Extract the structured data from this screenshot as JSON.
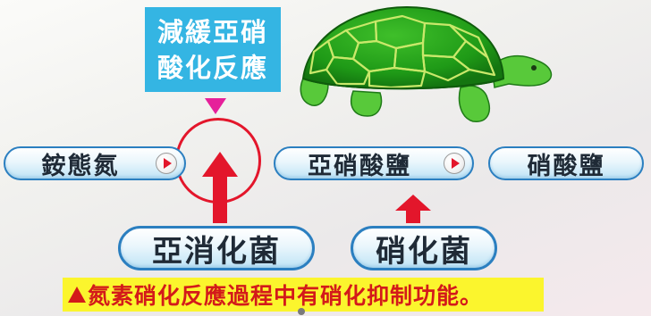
{
  "callout": {
    "line1": "減緩亞硝",
    "line2": "酸化反應"
  },
  "nodes": {
    "ammonium": "銨態氮",
    "nitrite": "亞硝酸鹽",
    "nitrate": "硝酸鹽"
  },
  "bacteria": {
    "nitrite_bacteria": "亞消化菌",
    "nitrifying_bacteria": "硝化菌"
  },
  "note": "氮素硝化反應過程中有硝化抑制功能。",
  "colors": {
    "callout_bg": "#34b5e3",
    "callout_pointer": "#e6209a",
    "arrow_red": "#e3162b",
    "pill_border": "#2b7fc0",
    "note_bg": "#fbf52d",
    "note_text": "#d31a1a"
  },
  "icons": {
    "play": "play-icon",
    "turtle": "turtle-icon",
    "triangle": "triangle-up-icon"
  }
}
